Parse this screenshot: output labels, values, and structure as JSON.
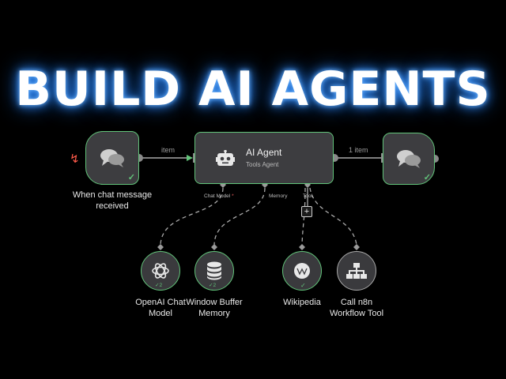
{
  "headline": "BUILD AI AGENTS",
  "trigger": {
    "caption": "When chat message received",
    "icon": "chat-bubbles-icon",
    "status": "success"
  },
  "edge_in": {
    "label": "item"
  },
  "agent": {
    "title": "AI Agent",
    "subtitle": "Tools Agent",
    "icon": "robot-icon",
    "ports": {
      "chat_model": "Chat Model",
      "chat_model_required": "*",
      "memory": "Memory",
      "tool": "Tool"
    }
  },
  "edge_out": {
    "label": "1 item"
  },
  "output": {
    "icon": "chat-bubbles-icon",
    "status": "success"
  },
  "subnodes": [
    {
      "caption_line1": "OpenAI Chat",
      "caption_line2": "Model",
      "icon": "openai-icon",
      "badge": "2"
    },
    {
      "caption_line1": "Window Buffer",
      "caption_line2": "Memory",
      "icon": "database-icon",
      "badge": "2"
    },
    {
      "caption_line1": "Wikipedia",
      "caption_line2": "",
      "icon": "wikipedia-icon",
      "badge": ""
    },
    {
      "caption_line1": "Call n8n",
      "caption_line2": "Workflow Tool",
      "icon": "sitemap-icon",
      "badge": ""
    }
  ],
  "colors": {
    "background": "#000000",
    "node_fill": "#3d3d40",
    "success_border": "#62c47a",
    "trigger_bolt": "#ff5a4a",
    "headline_glow": "#2f8cff"
  }
}
